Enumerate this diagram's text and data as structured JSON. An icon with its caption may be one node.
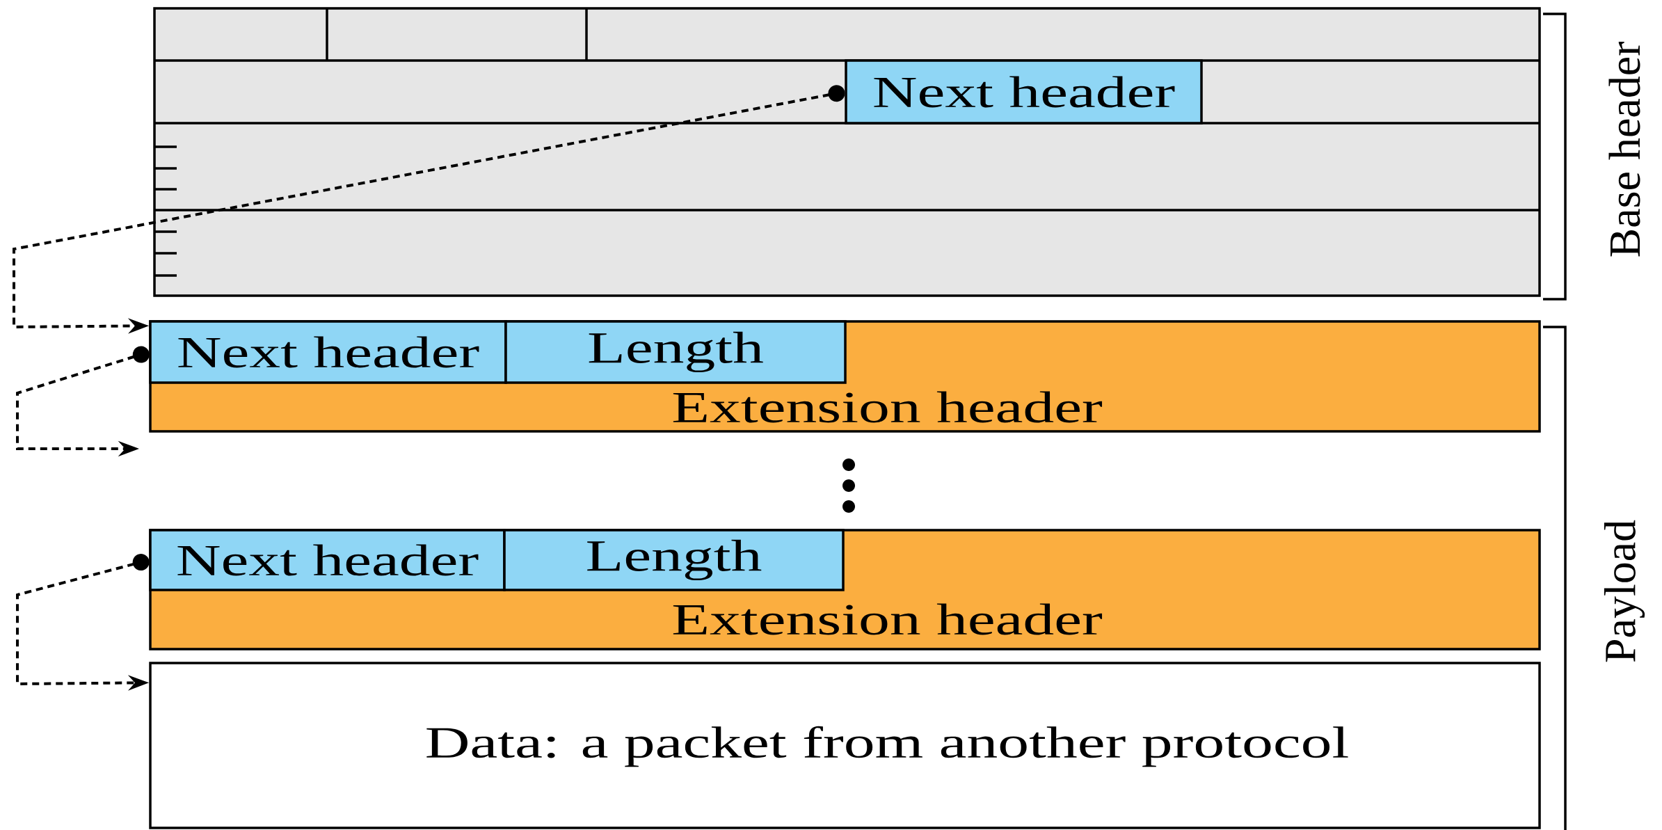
{
  "diagram": {
    "nodes": [
      {
        "text": [],
        "shape": "box"
      },
      {
        "text": [
          "Next header"
        ],
        "in": 0
      },
      {
        "text": [
          "Extension header"
        ]
      },
      {
        "text": [
          "Next header"
        ],
        "in": 2
      },
      {
        "text": [
          "Length"
        ],
        "in": 2
      },
      {
        "text": [
          "Extension header"
        ]
      },
      {
        "text": [
          "Next header"
        ],
        "in": 5
      },
      {
        "text": [
          "Length"
        ],
        "in": 5
      },
      {
        "text": [
          "Data: a packet from another protocol"
        ]
      }
    ],
    "edges": [
      {
        "from": 1,
        "to": 2,
        "arrow": "to",
        "style": "dashed"
      },
      {
        "from": 3,
        "to": null,
        "arrow": "to",
        "style": "dashed"
      },
      {
        "from": 6,
        "to": 8,
        "arrow": "to",
        "style": "dashed"
      }
    ],
    "labels": [
      "Base header",
      "Payload"
    ]
  }
}
